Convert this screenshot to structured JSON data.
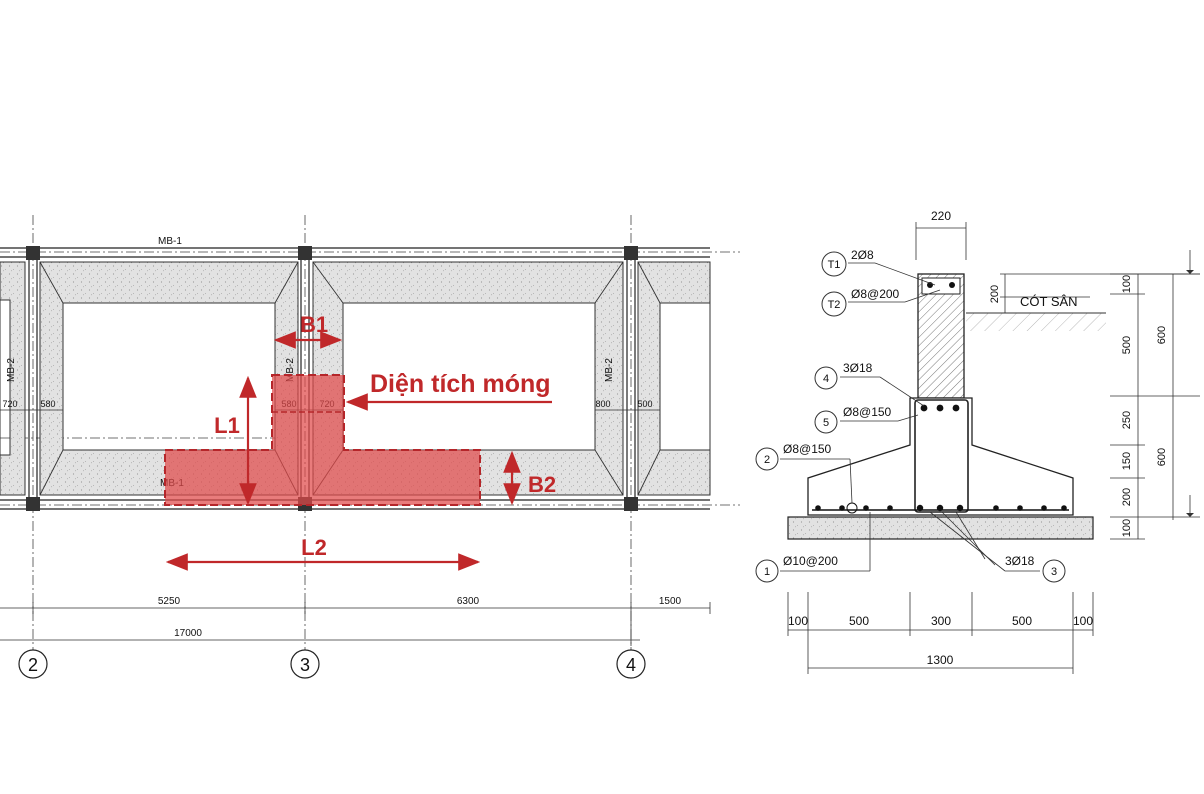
{
  "plan": {
    "beam_top": "MB-1",
    "beam_bottom": "MB-1",
    "beam_left": "MB-2",
    "beam_mid": "MB-2",
    "beam_right": "MB-2",
    "dims_left": [
      "720",
      "580"
    ],
    "dims_mid": [
      "580",
      "720"
    ],
    "dims_right": [
      "800",
      "500"
    ],
    "span_a": "5250",
    "span_b": "6300",
    "span_c": "1500",
    "total": "17000",
    "grid_labels": [
      "2",
      "3",
      "4"
    ]
  },
  "annotations": {
    "b1": "B1",
    "l1": "L1",
    "b2": "B2",
    "l2": "L2",
    "area_label": "Diện tích móng",
    "highlight_color": "#e04a4a",
    "text_color": "#c0282a"
  },
  "section": {
    "top_width": "220",
    "t1_label": "T1",
    "t1_value": "2Ø8",
    "t2_label": "T2",
    "t2_value": "Ø8@200",
    "floor_label": "CÓT SÂN",
    "dim_200_top": "200",
    "item4": "4",
    "item4_value": "3Ø18",
    "item5": "5",
    "item5_value": "Ø8@150",
    "item2": "2",
    "item2_value": "Ø8@150",
    "item1": "1",
    "item1_value": "Ø10@200",
    "item3": "3",
    "item3_value": "3Ø18",
    "right_dims_inner": [
      "100",
      "500",
      "250",
      "150",
      "200",
      "100"
    ],
    "right_dims_outer": [
      "600",
      "600"
    ],
    "bottom_dims": [
      "100",
      "500",
      "300",
      "500",
      "100"
    ],
    "bottom_total": "1300"
  }
}
